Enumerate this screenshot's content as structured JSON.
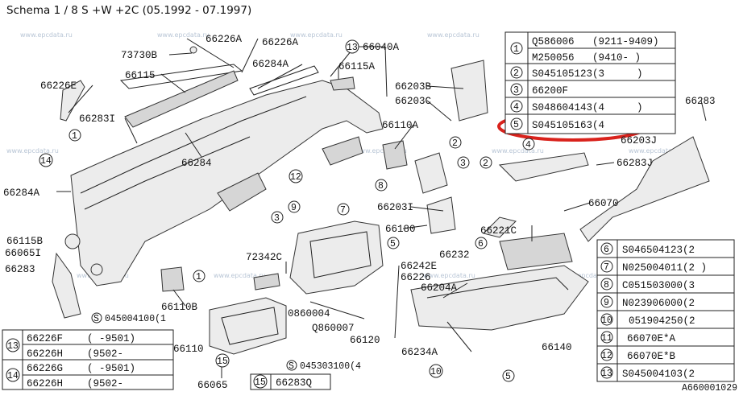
{
  "title": "Schema 1 / 8 S +W +2C (05.1992 - 07.1997)",
  "watermark": "www.epcdata.ru",
  "diagram_code": "A660001029",
  "highlight_color": "#d9221c",
  "callouts": {
    "c73730B": "73730B",
    "c66226A_1": "66226A",
    "c66226A_2": "66226A",
    "c66040A": "66040A",
    "c66226E": "66226E",
    "c66115": "66115",
    "c66284A_top": "66284A",
    "c66115A": "66115A",
    "c66283I": "66283I",
    "c66203B": "66203B",
    "c66203C": "66203C",
    "c66110A": "66110A",
    "c66284": "66284",
    "c66283_r": "66283",
    "c66203J": "66203J",
    "c66284A_l": "66284A",
    "c66283J": "66283J",
    "c66070": "66070",
    "c66203I": "66203I",
    "c66180": "66180",
    "c66221C": "66221C",
    "c66115B": "66115B",
    "c66065I": "66065I",
    "c66283_l": "66283",
    "c72342C": "72342C",
    "c66232": "66232",
    "c66242E": "66242E",
    "c66226": "66226",
    "c66204A": "66204A",
    "c66110B": "66110B",
    "c0860004": "0860004",
    "cQ860007": "Q860007",
    "c66120": "66120",
    "c66110": "66110",
    "c66140": "66140",
    "c66234A": "66234A",
    "c66065": "66065",
    "c045004100": "045004100(1",
    "c045303100": "045303100(4"
  },
  "nums": {
    "n1": "1",
    "n2": "2",
    "n3": "3",
    "n4": "4",
    "n5": "5",
    "n6": "6",
    "n7": "7",
    "n8": "8",
    "n9": "9",
    "n10": "10",
    "n11": "11",
    "n12": "12",
    "n13": "13",
    "n14": "14",
    "n15": "15"
  },
  "legend_top": [
    {
      "num": "1",
      "part": "Q586006",
      "range": "(9211-9409)"
    },
    {
      "num": "",
      "part": "M250056",
      "range": "(9410-       )"
    },
    {
      "num": "2",
      "part": "S045105123(3",
      "range": ")"
    },
    {
      "num": "3",
      "part": "66200F",
      "range": ""
    },
    {
      "num": "4",
      "part": "S048604143(4",
      "range": ")"
    },
    {
      "num": "5",
      "part": "S045105163(4",
      "range": ""
    }
  ],
  "legend_right": [
    {
      "num": "6",
      "part": "S046504123(2"
    },
    {
      "num": "7",
      "part": "N025004011(2  )"
    },
    {
      "num": "8",
      "part": "C051503000(3"
    },
    {
      "num": "9",
      "part": "N023906000(2"
    },
    {
      "num": "10",
      "part": "051904250(2"
    },
    {
      "num": "11",
      "part": "66070E*A"
    },
    {
      "num": "12",
      "part": "66070E*B"
    },
    {
      "num": "13",
      "part": "S045004103(2"
    }
  ],
  "legend_bottom": [
    {
      "num": "13",
      "part": "66226F",
      "range": "(       -9501)"
    },
    {
      "num": "",
      "part": "66226H",
      "range": "(9502-"
    },
    {
      "num": "14",
      "part": "66226G",
      "range": "(       -9501)"
    },
    {
      "num": "",
      "part": "66226H",
      "range": "(9502-"
    }
  ],
  "legend_15": {
    "num": "15",
    "part": "66283Q"
  }
}
